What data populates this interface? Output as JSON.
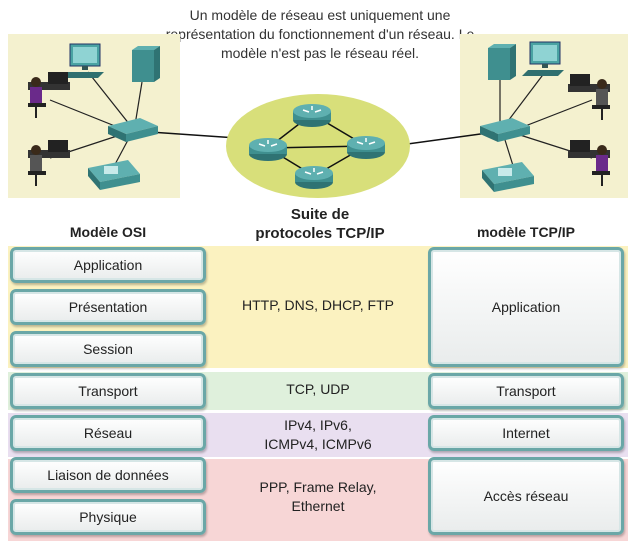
{
  "caption": "Un modèle de réseau est uniquement une représentation du fonctionnement d'un réseau. Le modèle n'est pas le réseau réel.",
  "headers": {
    "osi": "Modèle OSI",
    "suite_line1": "Suite de",
    "suite_line2": "protocoles TCP/IP",
    "tcp": "modèle TCP/IP"
  },
  "osi_layers": [
    "Application",
    "Présentation",
    "Session",
    "Transport",
    "Réseau",
    "Liaison de données",
    "Physique"
  ],
  "suite": {
    "application": "HTTP, DNS, DHCP, FTP",
    "transport": "TCP, UDP",
    "network_line1": "IPv4, IPv6,",
    "network_line2": "ICMPv4, ICMPv6",
    "link_line1": "PPP, Frame Relay,",
    "link_line2": "Ethernet"
  },
  "tcp_layers": [
    "Application",
    "Transport",
    "Internet",
    "Accès réseau"
  ],
  "colors": {
    "scene_bg": "#f4f1cf",
    "cloud": "#d8df7a",
    "router": "#3f8f8f",
    "band_application": "#fbf2c0",
    "band_transport": "#dff0dc",
    "band_network": "#e9dff0",
    "band_link": "#f7d6d6",
    "layer_border": "#6aa7a7"
  }
}
